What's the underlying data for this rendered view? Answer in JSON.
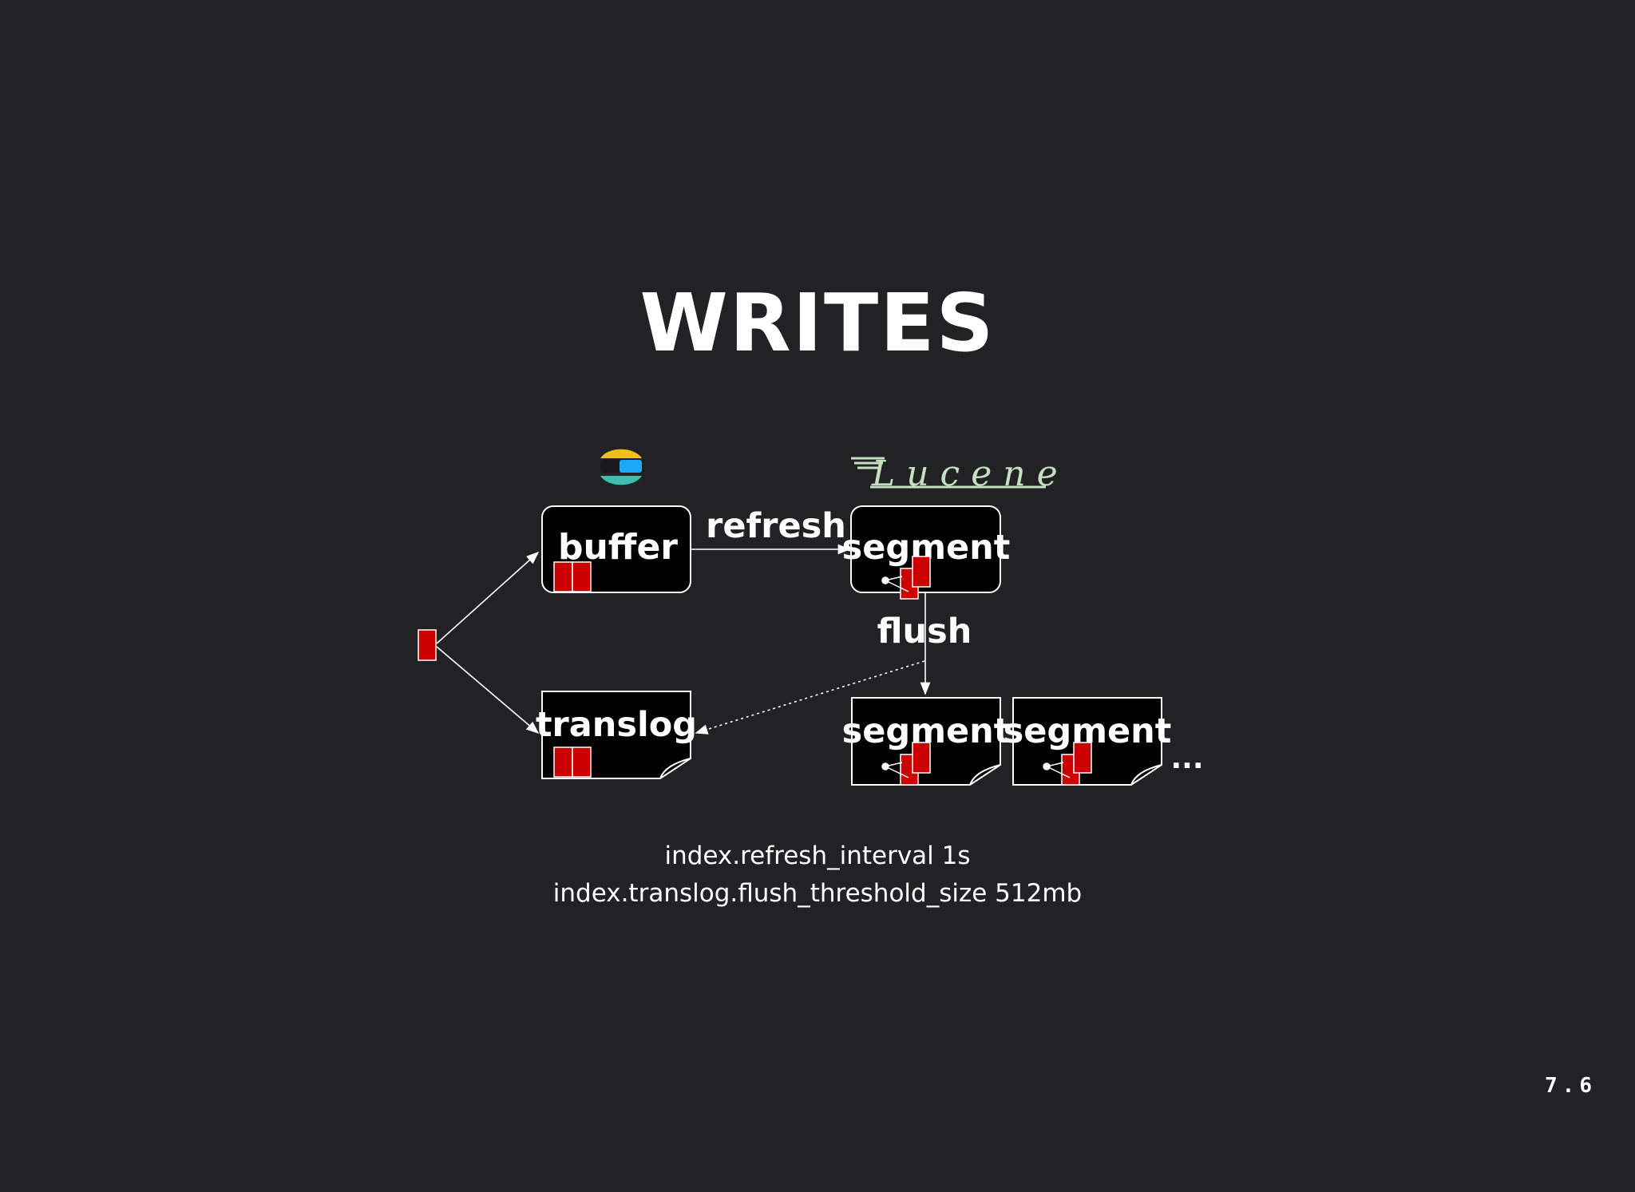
{
  "slide": {
    "title": "WRITES",
    "page_number": "7.6"
  },
  "diagram": {
    "buffer_label": "buffer",
    "translog_label": "translog",
    "segment_label": "segment",
    "refresh_label": "refresh",
    "flush_label": "flush",
    "more_label": "...",
    "lucene_logo_text": "Lucene"
  },
  "settings": [
    "index.refresh_interval 1s",
    "index.translog.flush_threshold_size 512mb"
  ],
  "colors": {
    "background": "#222224",
    "node_fill": "#000000",
    "stroke": "#ffffff",
    "document": "#cc0000",
    "elastic_yellow": "#f0bf1a",
    "elastic_blue": "#1ba9f5",
    "elastic_teal": "#3cbeb1",
    "lucene_green": "#c4e0c0"
  }
}
